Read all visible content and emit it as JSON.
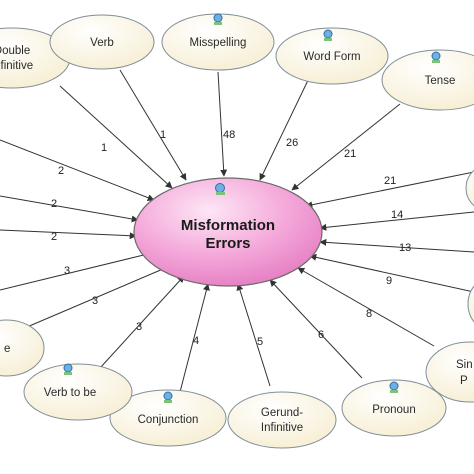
{
  "center": {
    "line1": "Misformation",
    "line2": "Errors"
  },
  "nodes": [
    {
      "id": "infinitive",
      "line1": "Double",
      "line2": "Infinitive"
    },
    {
      "id": "verb",
      "line1": "Verb",
      "line2": ""
    },
    {
      "id": "misspelling",
      "line1": "Misspelling",
      "line2": ""
    },
    {
      "id": "word-form",
      "line1": "Word Form",
      "line2": ""
    },
    {
      "id": "tense",
      "line1": "Tense",
      "line2": ""
    },
    {
      "id": "left-bottom",
      "line1": "e",
      "line2": ""
    },
    {
      "id": "verb-to-be",
      "line1": "Verb to be",
      "line2": ""
    },
    {
      "id": "conjunction",
      "line1": "Conjunction",
      "line2": ""
    },
    {
      "id": "gerund",
      "line1": "Gerund-",
      "line2": "Infinitive"
    },
    {
      "id": "pronoun",
      "line1": "Pronoun",
      "line2": ""
    },
    {
      "id": "right-bottom",
      "line1": "Sin",
      "line2": "P"
    }
  ],
  "edge_labels": [
    "1",
    "1",
    "48",
    "26",
    "21",
    "21",
    "14",
    "13",
    "9",
    "8",
    "6",
    "5",
    "4",
    "3",
    "3",
    "3",
    "2",
    "2",
    "2"
  ],
  "colors": {
    "center_fill": "#f2a6d8",
    "node_fill": "#fbf4dc",
    "node_stroke": "#7f8f99",
    "edge": "#333333"
  }
}
